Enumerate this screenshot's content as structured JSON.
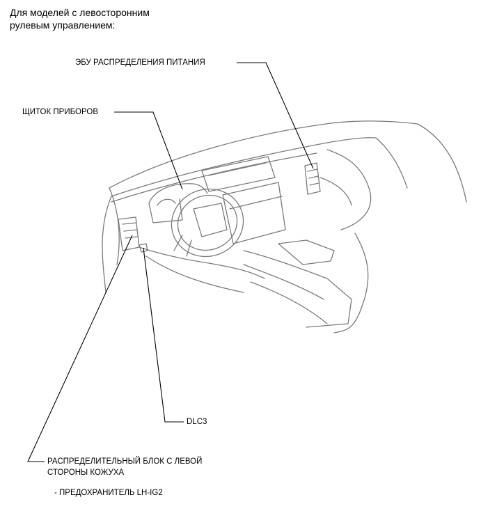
{
  "heading": {
    "line1": "Для моделей с левосторонним",
    "line2": "рулевым управлением:"
  },
  "labels": {
    "power_ecu": "ЭБУ РАСПРЕДЕЛЕНИЯ ПИТАНИЯ",
    "instrument_panel": "ЩИТОК ПРИБОРОВ",
    "dlc3": "DLC3",
    "junction_block_line1": "РАСПРЕДЕЛИТЕЛЬНЫЙ БЛОК С ЛЕВОЙ",
    "junction_block_line2": "СТОРОНЫ КОЖУХА",
    "fuse": "- ПРЕДОХРАНИТЕЛЬ LH-IG2"
  },
  "colors": {
    "line": "#000000",
    "drawing": "#7a7a7a"
  }
}
